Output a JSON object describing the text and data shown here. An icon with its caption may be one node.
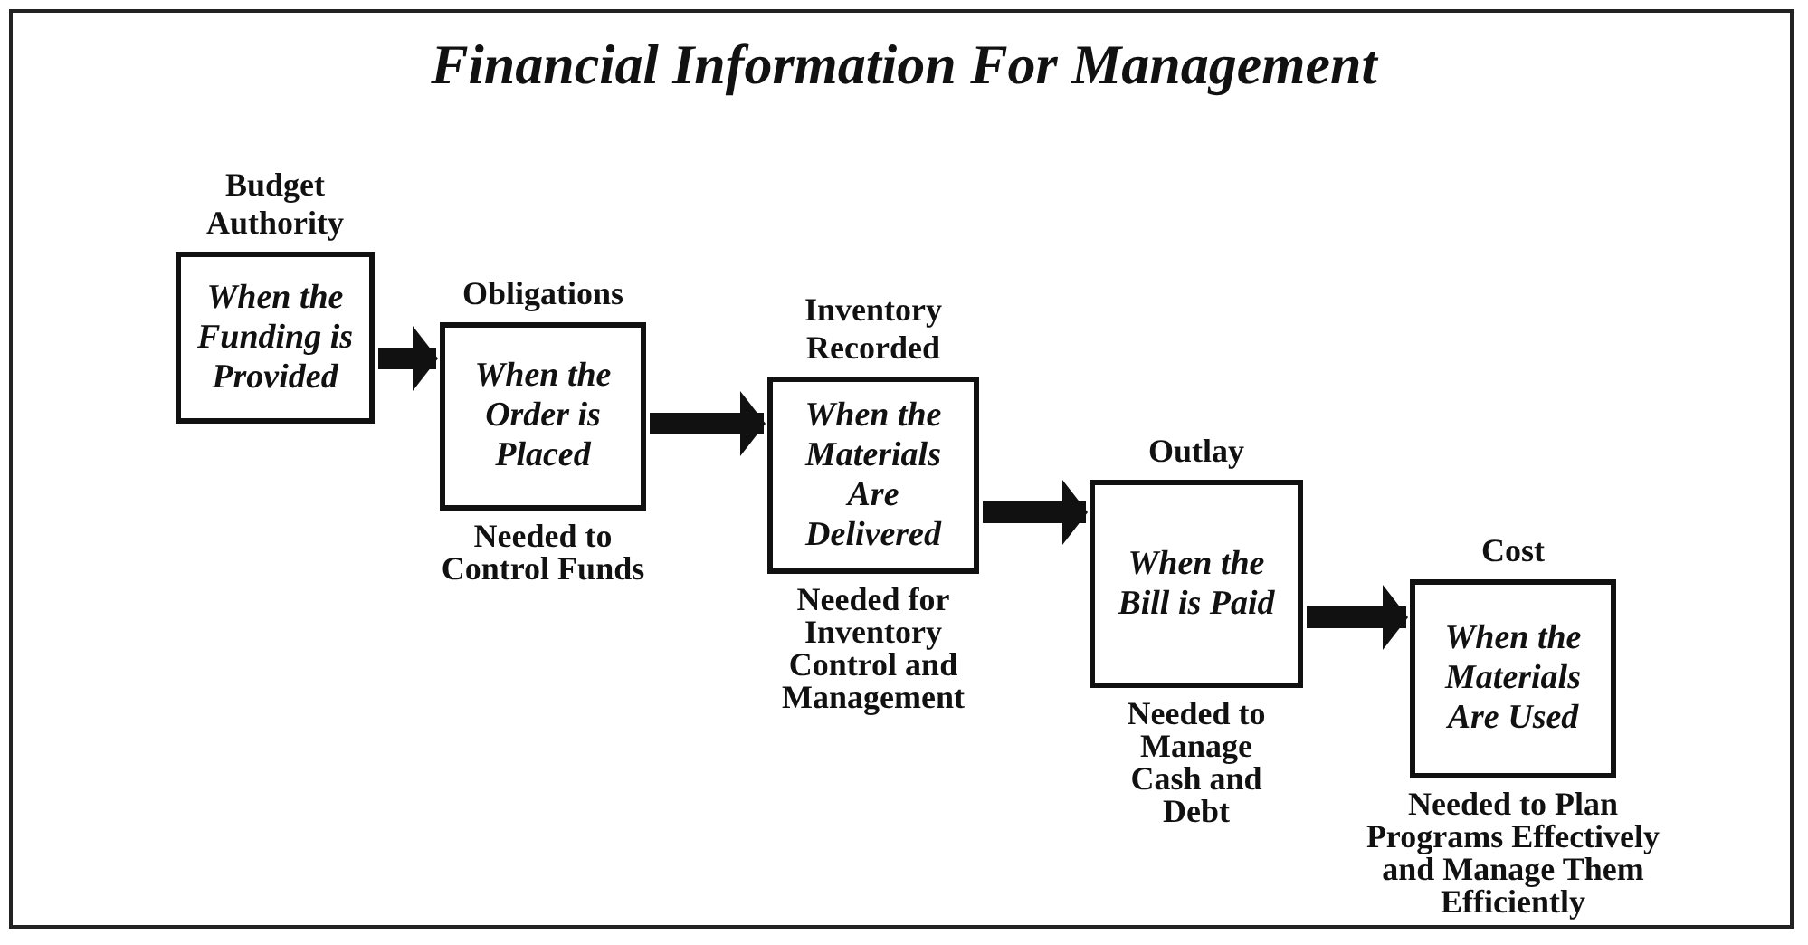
{
  "diagram": {
    "title": "Financial Information For Management",
    "nodes": [
      {
        "text": [
          "Budget Authority",
          "When the Funding is Provided"
        ]
      },
      {
        "text": [
          "Obligations",
          "When the Order is Placed"
        ],
        "beside": [
          "Needed to Control Funds"
        ]
      },
      {
        "text": [
          "Inventory Recorded",
          "When the Materials Are Delivered"
        ],
        "beside": [
          "Needed for Inventory Control and Management"
        ]
      },
      {
        "text": [
          "Outlay",
          "When the Bill is Paid"
        ],
        "beside": [
          "Needed to Manage Cash and Debt"
        ]
      },
      {
        "text": [
          "Cost",
          "When the Materials Are Used"
        ],
        "beside": [
          "Needed to Plan Programs Effectively and Manage Them Efficiently"
        ]
      }
    ],
    "edges": [
      {
        "from": 0,
        "to": 1,
        "arrow": "to"
      },
      {
        "from": 1,
        "to": 2,
        "arrow": "to"
      },
      {
        "from": 2,
        "to": 3,
        "arrow": "to"
      },
      {
        "from": 3,
        "to": 4,
        "arrow": "to"
      }
    ]
  }
}
